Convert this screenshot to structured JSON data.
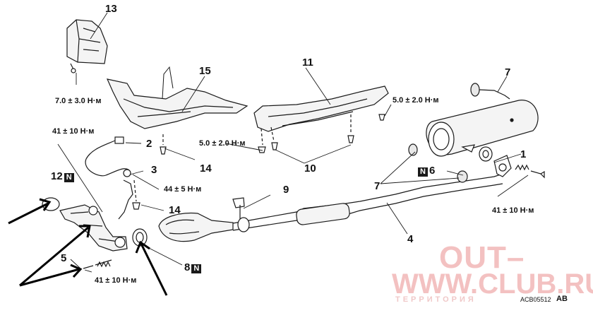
{
  "callouts": {
    "c13": "13",
    "c15": "15",
    "c11": "11",
    "c7a": "7",
    "c7b": "7",
    "c7c": "7",
    "c1": "1",
    "c2": "2",
    "c3": "3",
    "c14a": "14",
    "c14b": "14",
    "c10": "10",
    "c9": "9",
    "c4": "4",
    "c6": "6",
    "c12": "12",
    "c5": "5",
    "c8": "8"
  },
  "torques": {
    "t13": "7.0 ± 3.0 Н·м",
    "t_top_right": "5.0 ± 2.0 Н·м",
    "t_mid": "5.0 ± 2.0 Н·м",
    "t_left": "41 ± 10 Н·м",
    "t3": "44 ± 5 Н·м",
    "t_right": "41 ± 10 Н·м",
    "t5": "41 ± 10 Н·м"
  },
  "new_part_mark": "N",
  "watermark": {
    "line1": "OUT–",
    "line2": "WWW.CLUB.RU",
    "line3": "ТЕРРИТОРИЯ"
  },
  "figure_code": "ACB05512",
  "figure_suffix": "AB",
  "colors": {
    "line": "#1a1a1a",
    "watermark": "#f3c1c1"
  }
}
